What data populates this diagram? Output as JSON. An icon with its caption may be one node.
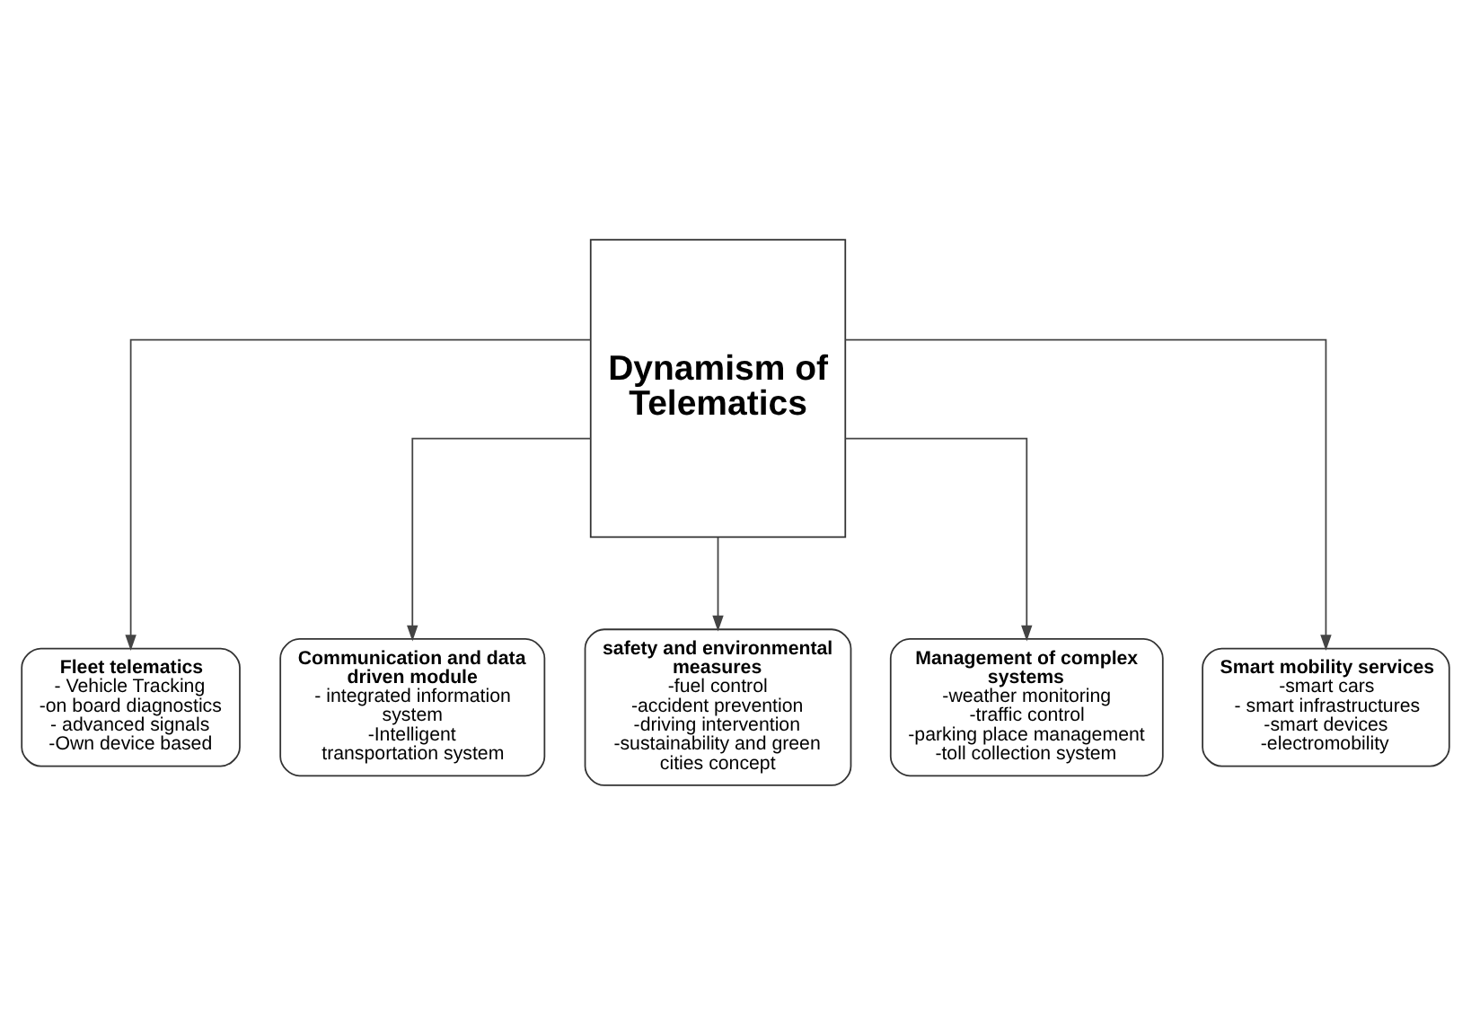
{
  "diagram": {
    "nodes": [
      {
        "text": [
          "Fleet telematics",
          "- Vehicle Tracking",
          "-on board diagnostics",
          "- advanced signals",
          "-Own device based"
        ]
      },
      {
        "text": [
          "Dynamism of Telematics"
        ]
      },
      {
        "text": [
          "Communication and data driven module",
          "- integrated information system",
          "-Intelligent transportation system"
        ]
      },
      {
        "text": [
          "safety and environmental measures",
          "-fuel control",
          "-accident prevention",
          "-driving intervention",
          "-sustainability and green cities concept"
        ]
      },
      {
        "text": [
          "Management of complex systems",
          "-weather monitoring",
          "-traffic control",
          "-parking place management",
          "-toll collection system"
        ]
      },
      {
        "text": [
          "Smart mobility services",
          "-smart cars",
          "- smart infrastructures",
          "-smart devices",
          "-electromobility"
        ]
      }
    ],
    "edges": [
      {
        "from": 1,
        "to": 0,
        "arrow": "to"
      },
      {
        "from": 1,
        "to": 2,
        "arrow": "to"
      },
      {
        "from": 1,
        "to": 3,
        "arrow": "to"
      },
      {
        "from": 1,
        "to": 4,
        "arrow": "to"
      },
      {
        "from": 1,
        "to": 5,
        "arrow": "to"
      }
    ]
  }
}
